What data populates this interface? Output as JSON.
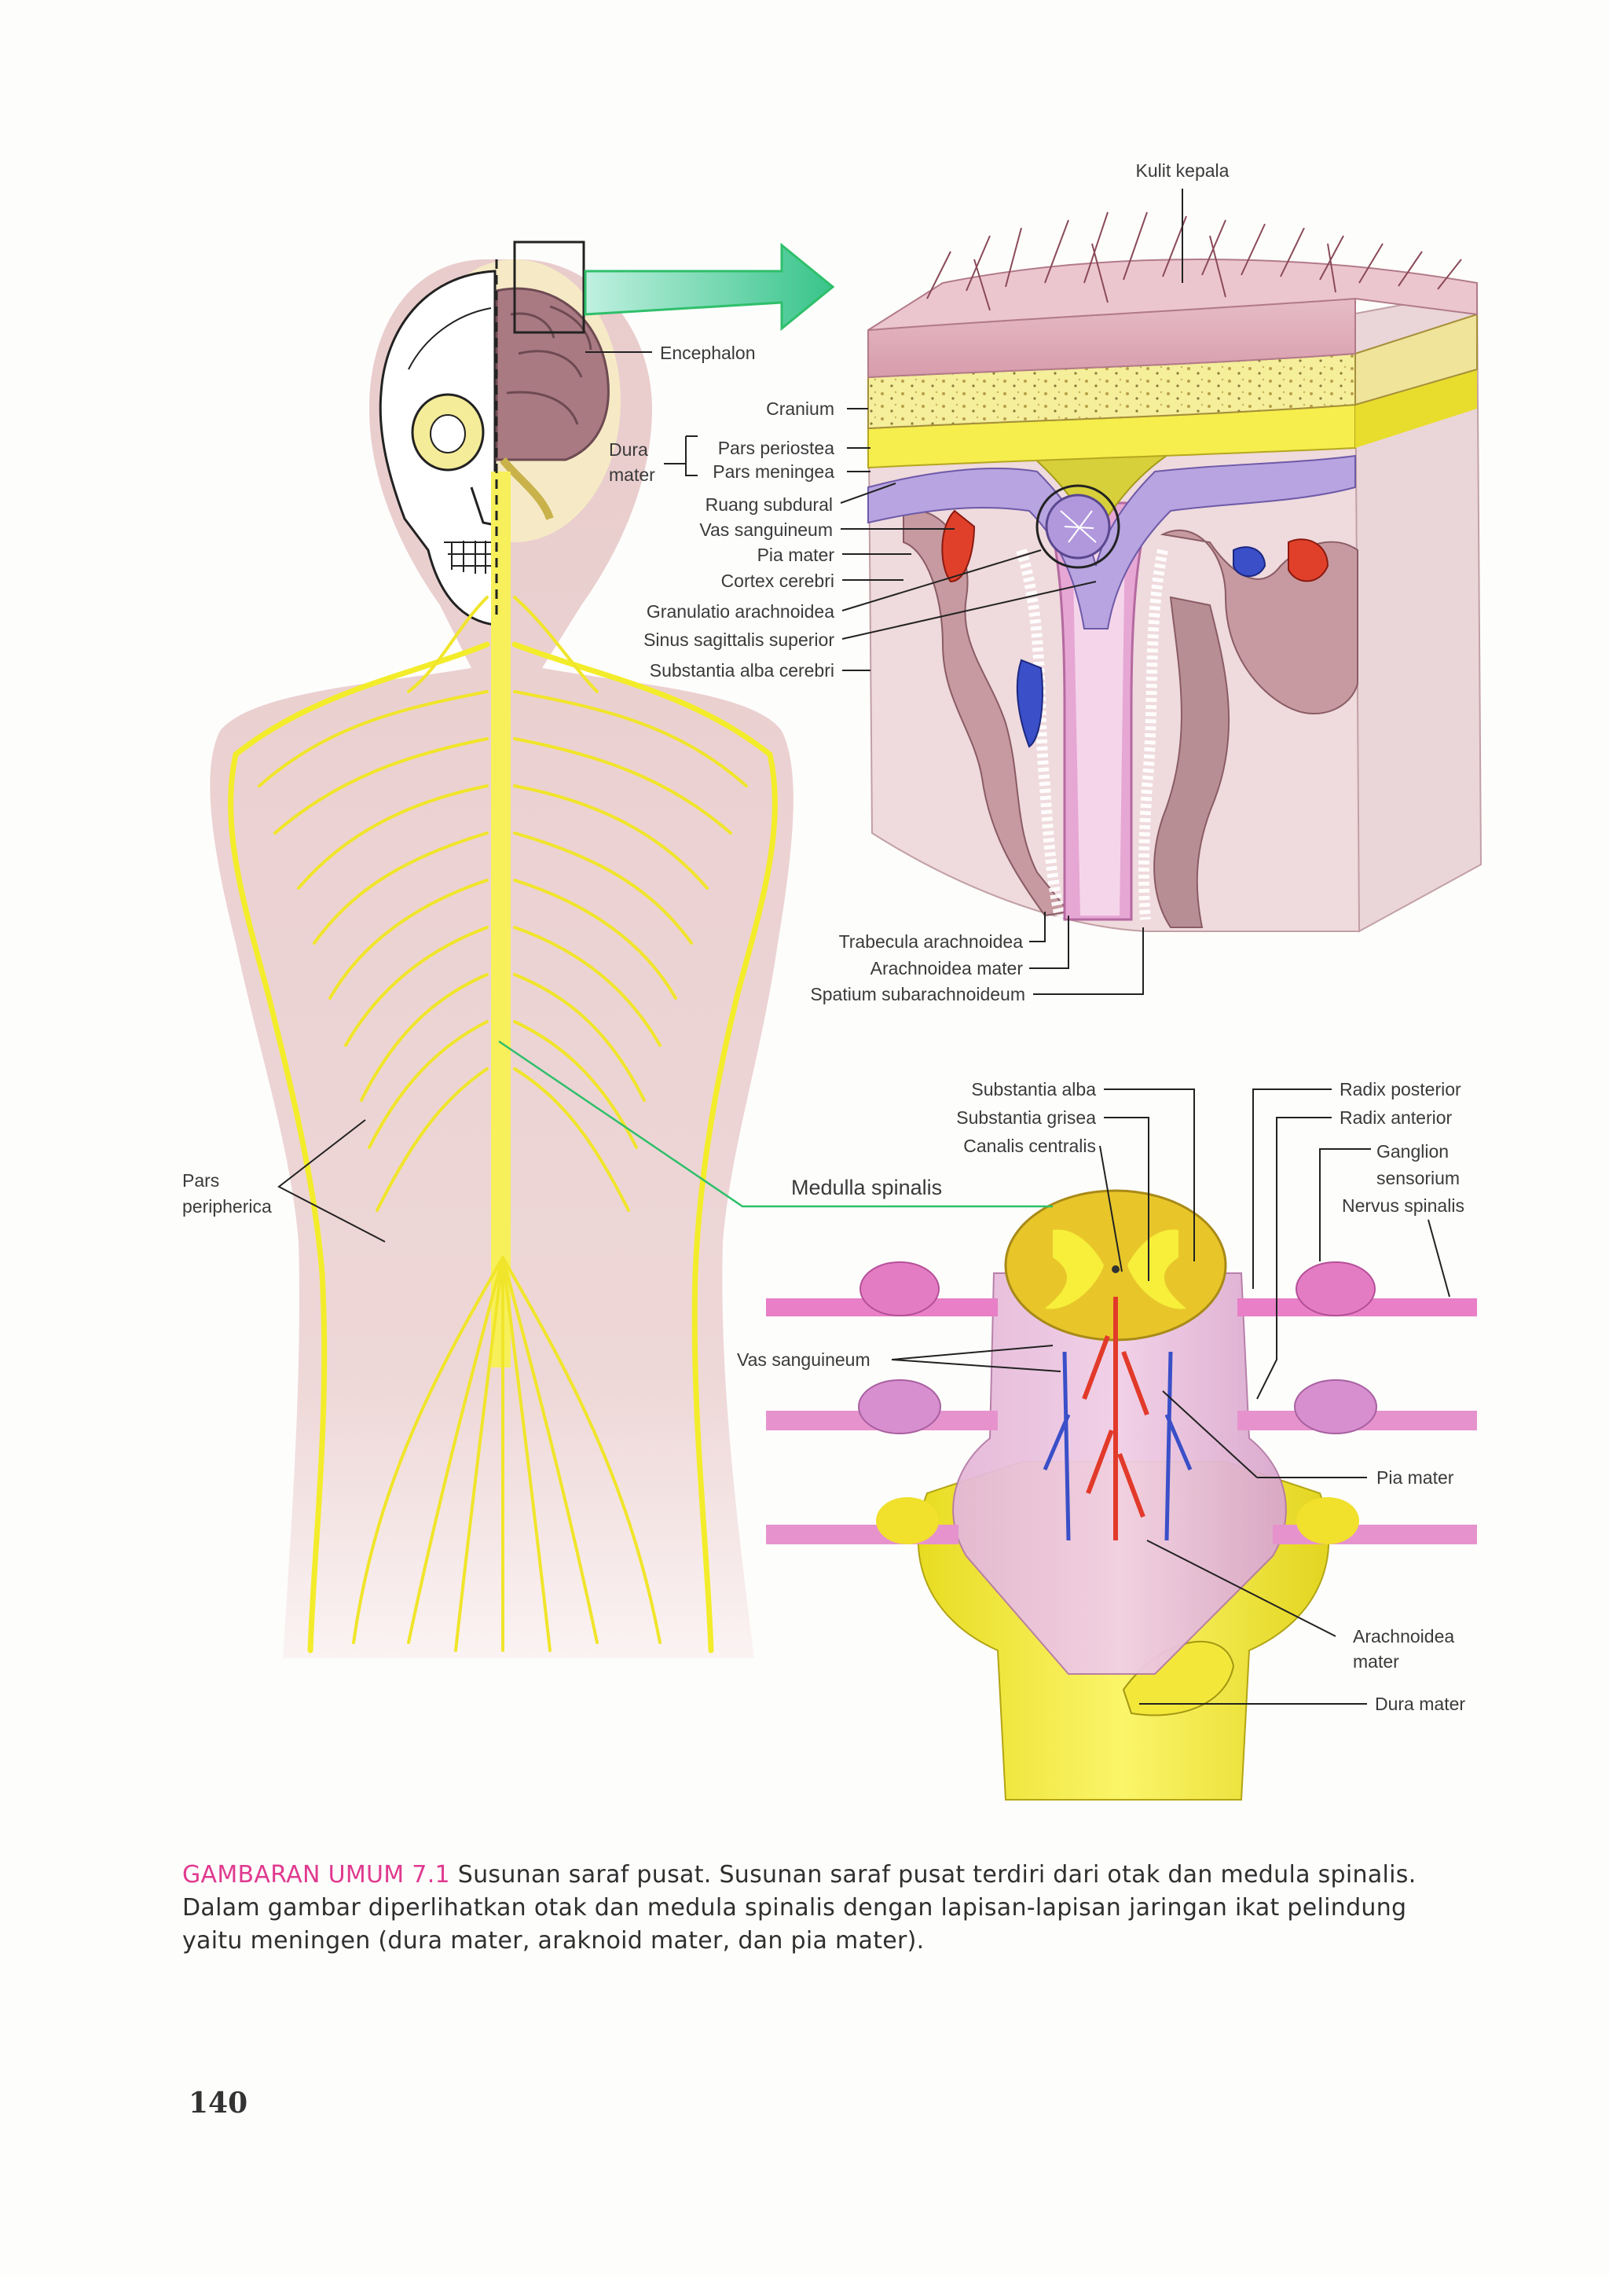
{
  "labels": {
    "kulit_kepala": "Kulit kepala",
    "encephalon": "Encephalon",
    "cranium": "Cranium",
    "dura": "Dura",
    "mater": "mater",
    "pars_periostea": "Pars periostea",
    "pars_meningea": "Pars meningea",
    "ruang_subdural": "Ruang subdural",
    "vas_sanguineum_top": "Vas sanguineum",
    "pia_mater_top": "Pia mater",
    "cortex_cerebri": "Cortex cerebri",
    "granulatio_arachnoidea": "Granulatio arachnoidea",
    "sinus_sagittalis_superior": "Sinus sagittalis superior",
    "substantia_alba_cerebri": "Substantia alba cerebri",
    "trabecula_arachnoidea": "Trabecula arachnoidea",
    "arachnoidea_mater_top": "Arachnoidea mater",
    "spatium_subarachnoideum": "Spatium subarachnoideum",
    "substantia_alba": "Substantia alba",
    "substantia_grisea": "Substantia grisea",
    "canalis_centralis": "Canalis centralis",
    "medulla_spinalis": "Medulla spinalis",
    "radix_posterior": "Radix posterior",
    "radix_anterior": "Radix anterior",
    "ganglion": "Ganglion",
    "sensorium": "sensorium",
    "nervus_spinalis": "Nervus spinalis",
    "pars": "Pars",
    "peripherica": "peripherica",
    "vas_sanguineum_bottom": "Vas sanguineum",
    "pia_mater_bottom": "Pia mater",
    "arachnoidea": "Arachnoidea",
    "mater_bottom": "mater",
    "dura_mater_bottom": "Dura mater"
  },
  "caption": {
    "label": "GAMBARAN UMUM 7.1",
    "text": " Susunan saraf pusat. Susunan saraf pusat terdiri dari otak dan medula spinalis. Dalam gambar diperlihatkan otak dan medula spinalis dengan lapisan-lapisan jaringan ikat pelindung yaitu meningen (dura mater, araknoid mater, dan pia mater)."
  },
  "page_number": "140",
  "colors": {
    "nerve_yellow": "#f3ec2a",
    "body_pink": "#ecd2d2",
    "caption_accent": "#e03a8f",
    "pointer_green": "#2fbf6a"
  }
}
